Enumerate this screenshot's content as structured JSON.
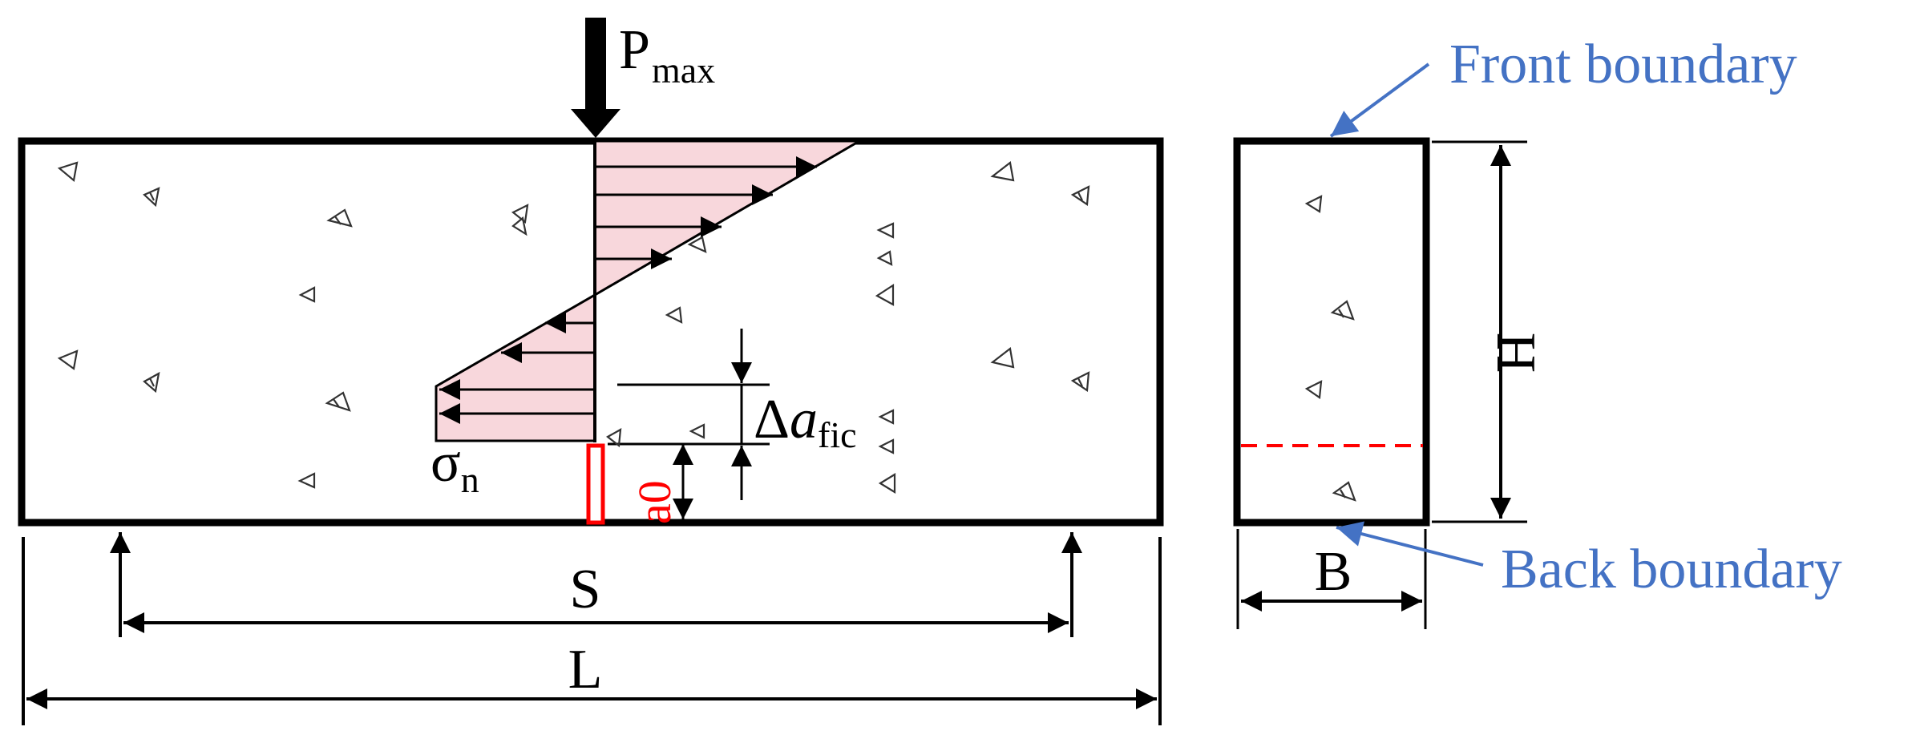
{
  "labels": {
    "load_main": "P",
    "load_sub": "max",
    "stress_main": "σ",
    "stress_sub": "n",
    "crack_ext_delta": "Δ",
    "crack_ext_italic": "a",
    "crack_ext_sub": "fic",
    "initial_crack": "a0",
    "span": "S",
    "length": "L",
    "height": "H",
    "width": "B",
    "front_boundary": "Front boundary",
    "back_boundary": "Back boundary"
  },
  "colors": {
    "outline": "#000000",
    "stress_fill": "#f8d7dc",
    "crack": "#ff0000",
    "annotation": "#4472c4"
  },
  "icons": {
    "aggregate": "aggregate-triangle-icon",
    "support": "support-arrow-icon",
    "load": "load-arrow-icon"
  }
}
